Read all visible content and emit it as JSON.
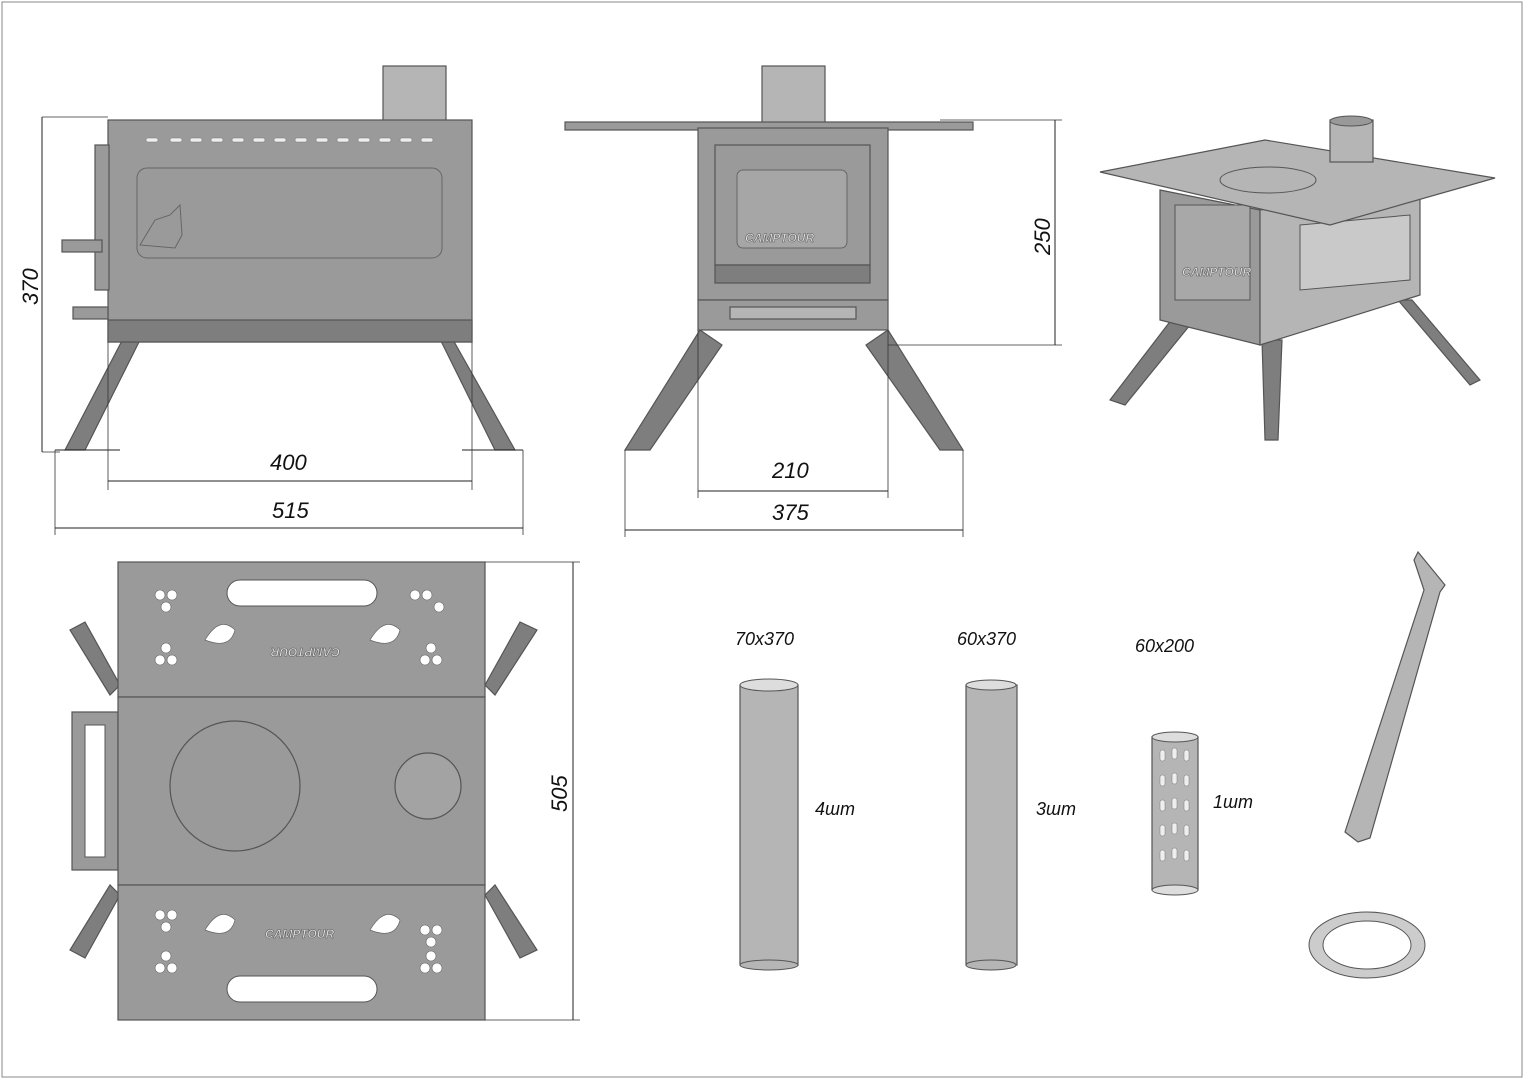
{
  "side_view": {
    "height_dim": "370",
    "body_width_dim": "400",
    "total_width_dim": "515"
  },
  "front_view": {
    "height_dim": "250",
    "body_width_dim": "210",
    "total_width_dim": "375",
    "door_logo": "CAMPTOUR"
  },
  "iso_view": {
    "door_logo": "CAMPTOUR"
  },
  "top_view": {
    "depth_dim": "505",
    "logo_top": "CAMPTOUR",
    "logo_bottom": "CAMPTOUR"
  },
  "parts": [
    {
      "size": "70x370",
      "qty": "4шт"
    },
    {
      "size": "60x370",
      "qty": "3шт"
    },
    {
      "size": "60x200",
      "qty": "1шт"
    }
  ],
  "colors": {
    "metal": "#9a9a9a",
    "line": "#555555",
    "border": "#888888"
  }
}
